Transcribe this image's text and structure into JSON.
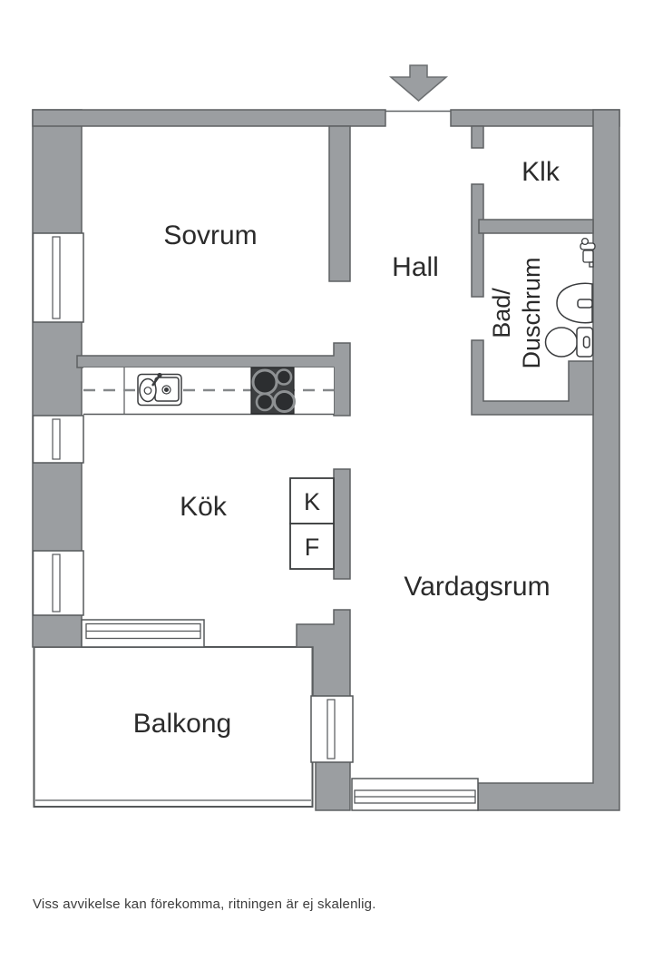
{
  "plan": {
    "entrance": {
      "arrow_icon": "entrance-arrow"
    },
    "rooms": {
      "sovrum": "Sovrum",
      "hall": "Hall",
      "klk": "Klk",
      "bad_line1": "Bad/",
      "bad_line2": "Duschrum",
      "kok": "Kök",
      "vardagsrum": "Vardagsrum",
      "balkong": "Balkong"
    },
    "appliances": {
      "kyl": "K",
      "frys": "F"
    },
    "colors": {
      "wall": "#9b9ea1",
      "wall_outline": "#5e6163",
      "fixture_line": "#55585a",
      "stove_dark": "#3c3e40",
      "text": "#2b2b2b"
    }
  },
  "footer": {
    "disclaimer": "Viss avvikelse kan förekomma, ritningen är ej skalenlig."
  }
}
